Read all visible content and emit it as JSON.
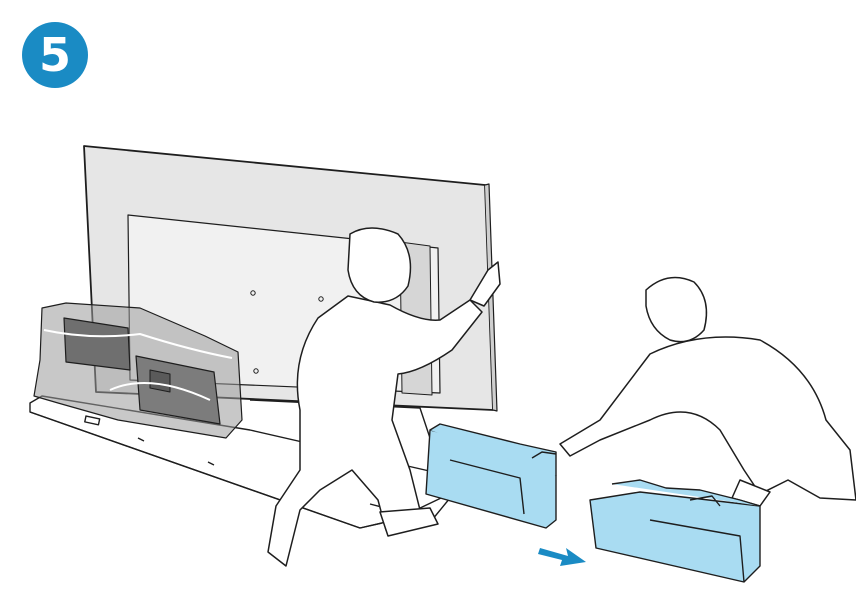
{
  "step": {
    "number": "5"
  },
  "colors": {
    "accent": "#1a8bc4",
    "packing_foam": "#a9dcf2",
    "tv_panel": "#e6e6e6",
    "line": "#1e1e1e",
    "bag_shade": "#9a9a9a"
  },
  "illustration": {
    "subjects": [
      "tv-panel",
      "person-holding-tv",
      "person-moving-foam",
      "packing-foam-left",
      "packing-foam-right",
      "direction-arrow",
      "stand-in-bag",
      "box-tray"
    ]
  }
}
